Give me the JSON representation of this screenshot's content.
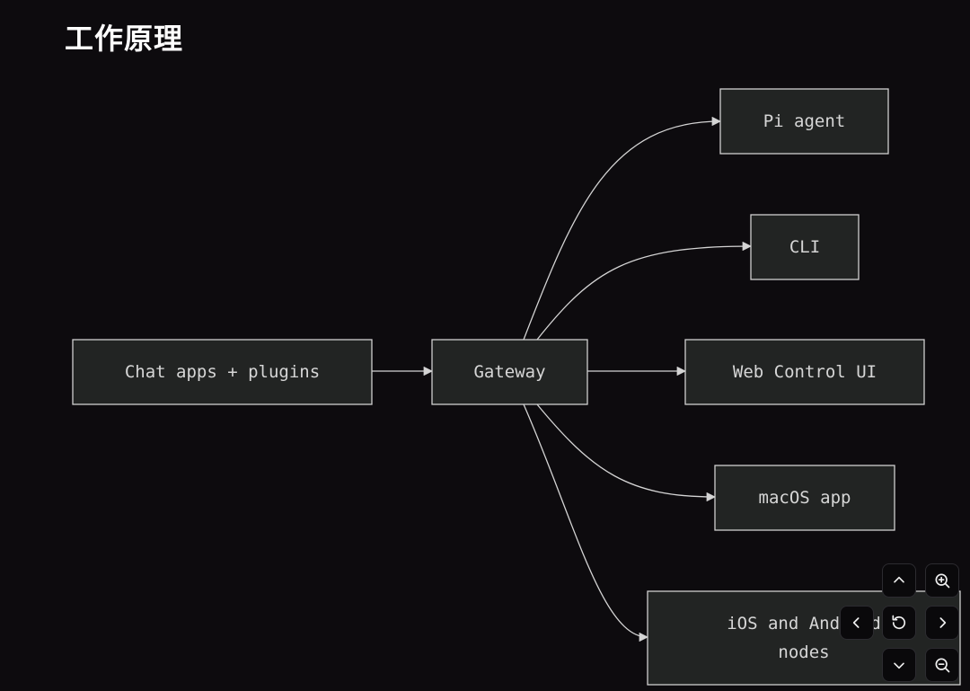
{
  "title": "工作原理",
  "diagram": {
    "nodes": {
      "chat": {
        "lines": [
          "Chat apps + plugins"
        ]
      },
      "gateway": {
        "lines": [
          "Gateway"
        ]
      },
      "pi": {
        "lines": [
          "Pi agent"
        ]
      },
      "cli": {
        "lines": [
          "CLI"
        ]
      },
      "web": {
        "lines": [
          "Web Control UI"
        ]
      },
      "mac": {
        "lines": [
          "macOS app"
        ]
      },
      "ios": {
        "lines": [
          "iOS and Android",
          "nodes"
        ]
      }
    },
    "edges": [
      [
        "chat",
        "gateway"
      ],
      [
        "gateway",
        "pi"
      ],
      [
        "gateway",
        "cli"
      ],
      [
        "gateway",
        "web"
      ],
      [
        "gateway",
        "mac"
      ],
      [
        "gateway",
        "ios"
      ]
    ]
  },
  "controls": [
    {
      "name": "pan-up",
      "icon": "chevron-up-icon"
    },
    {
      "name": "zoom-in",
      "icon": "zoom-in-icon"
    },
    {
      "name": "pan-left",
      "icon": "chevron-left-icon"
    },
    {
      "name": "reset-view",
      "icon": "rotate-ccw-icon"
    },
    {
      "name": "pan-right",
      "icon": "chevron-right-icon"
    },
    {
      "name": "pan-down",
      "icon": "chevron-down-icon"
    },
    {
      "name": "zoom-out",
      "icon": "zoom-out-icon"
    }
  ]
}
